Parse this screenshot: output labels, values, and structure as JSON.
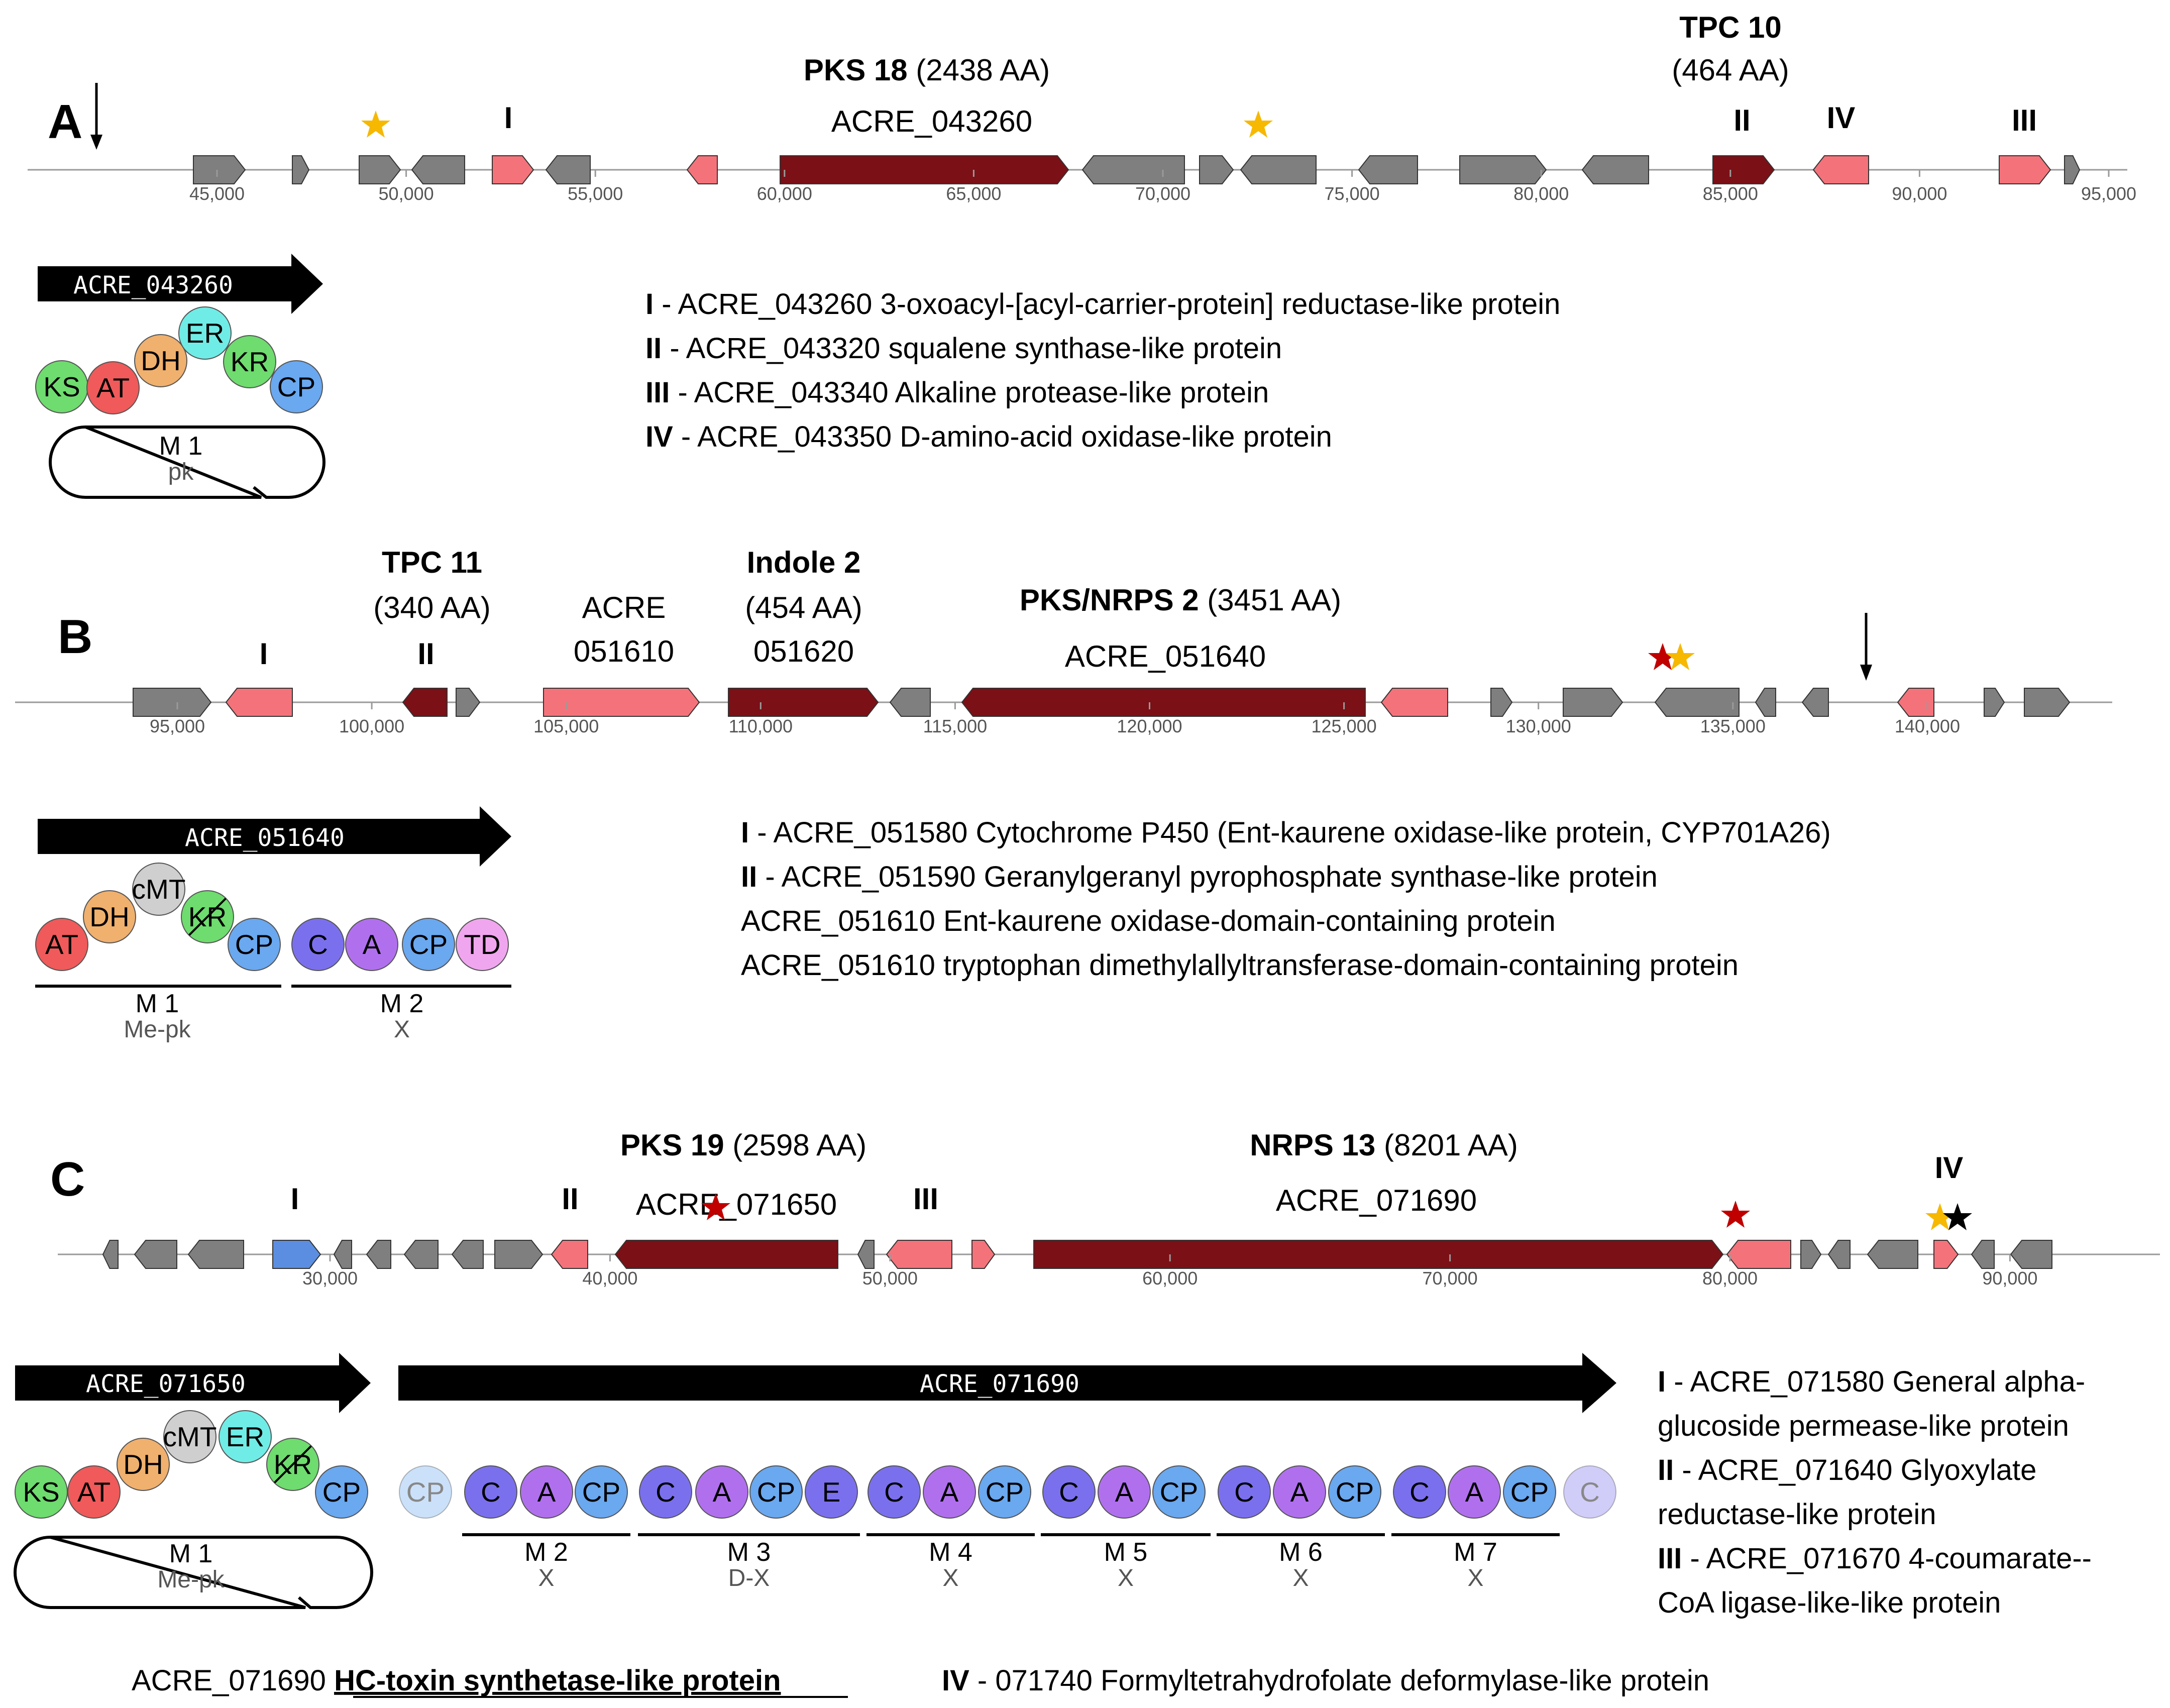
{
  "colors": {
    "gray_gene": "#7f7f7f",
    "pink_gene": "#f4737b",
    "dark_gene": "#7b1016",
    "blue_gene": "#5b8ee0",
    "axis": "#9a9a9a",
    "star_gold": "#f6b800",
    "star_red": "#c00000",
    "star_black": "#000000",
    "KS": "#6edc6e",
    "AT": "#f05a5a",
    "DH": "#f0b06e",
    "ER": "#70ece6",
    "KR": "#6edc6e",
    "CP": "#6aa8f0",
    "cMT": "#cfcfcf",
    "C": "#7a70ee",
    "A": "#b070ee",
    "TD": "#f0a6ee",
    "E": "#7a70ee"
  },
  "panels": [
    {
      "letter": "A",
      "labels": [
        {
          "bold": "PKS 18",
          "rest": " (2438 AA)"
        },
        {
          "rest": "ACRE_043260"
        },
        {
          "bold": "TPC 10"
        },
        {
          "rest": "(464 AA)"
        },
        {
          "bold": "I"
        },
        {
          "bold": "II"
        },
        {
          "bold": "IV"
        },
        {
          "bold": "III"
        }
      ],
      "ticks": [
        "45,000",
        "50,000",
        "55,000",
        "60,000",
        "65,000",
        "70,000",
        "75,000",
        "80,000",
        "85,000",
        "90,000",
        "95,000"
      ],
      "domains": [
        "KS",
        "AT",
        "DH",
        "ER",
        "KR",
        "CP"
      ],
      "arrow_label": "ACRE_043260",
      "modules": [
        {
          "name": "M 1",
          "sub": "pk"
        }
      ],
      "legend": [
        {
          "bold": "I",
          "text": " - ACRE_043260 3-oxoacyl-[acyl-carrier-protein] reductase-like protein"
        },
        {
          "bold": "II",
          "text": " - ACRE_043320 squalene synthase-like protein"
        },
        {
          "bold": "III",
          "text": " - ACRE_043340 Alkaline protease-like protein"
        },
        {
          "bold": "IV",
          "text": " - ACRE_043350 D-amino-acid oxidase-like protein"
        }
      ]
    },
    {
      "letter": "B",
      "labels": [
        {
          "bold": "TPC 11"
        },
        {
          "rest": "(340 AA)"
        },
        {
          "bold": "II"
        },
        {
          "bold": "I"
        },
        {
          "rest": "ACRE"
        },
        {
          "rest": "051610"
        },
        {
          "bold": "Indole 2"
        },
        {
          "rest": "(454 AA)"
        },
        {
          "rest": "051620"
        },
        {
          "bold": "PKS/NRPS 2",
          "rest": " (3451 AA)"
        },
        {
          "rest": "ACRE_051640"
        }
      ],
      "ticks": [
        "95,000",
        "100,000",
        "105,000",
        "110,000",
        "115,000",
        "120,000",
        "125,000",
        "130,000",
        "135,000",
        "140,000"
      ],
      "domains_m1": [
        "AT",
        "DH",
        "cMT",
        "KR",
        "CP"
      ],
      "domains_m2": [
        "C",
        "A",
        "CP",
        "TD"
      ],
      "arrow_label": "ACRE_051640",
      "modules": [
        {
          "name": "M 1",
          "sub": "Me-pk"
        },
        {
          "name": "M 2",
          "sub": "X"
        }
      ],
      "legend": [
        {
          "bold": "I",
          "text": " - ACRE_051580 Cytochrome P450 (Ent-kaurene oxidase-like protein, CYP701A26)"
        },
        {
          "bold": "II",
          "text": " - ACRE_051590 Geranylgeranyl pyrophosphate synthase-like protein"
        },
        {
          "bold": "",
          "text": "ACRE_051610 Ent-kaurene oxidase-domain-containing protein"
        },
        {
          "bold": "",
          "text": "ACRE_051610 tryptophan dimethylallyltransferase-domain-containing protein"
        }
      ]
    },
    {
      "letter": "C",
      "labels": [
        {
          "bold": "PKS 19",
          "rest": " (2598 AA)"
        },
        {
          "rest": "ACRE_071650"
        },
        {
          "bold": "NRPS 13",
          "rest": " (8201 AA)"
        },
        {
          "rest": "ACRE_071690"
        },
        {
          "bold": "I"
        },
        {
          "bold": "II"
        },
        {
          "bold": "III"
        },
        {
          "bold": "IV"
        }
      ],
      "ticks": [
        "30,000",
        "40,000",
        "50,000",
        "60,000",
        "70,000",
        "80,000",
        "90,000"
      ],
      "pks_domains": [
        "KS",
        "AT",
        "DH",
        "cMT",
        "ER",
        "KR",
        "CP"
      ],
      "pks_arrow_label": "ACRE_071650",
      "nrps_arrow_label": "ACRE_071690",
      "nrps_domains": [
        [
          "CP"
        ],
        [
          "C",
          "A",
          "CP"
        ],
        [
          "C",
          "A",
          "CP",
          "E"
        ],
        [
          "C",
          "A",
          "CP"
        ],
        [
          "C",
          "A",
          "CP"
        ],
        [
          "C",
          "A",
          "CP"
        ],
        [
          "C",
          "A",
          "CP"
        ],
        [
          "C"
        ]
      ],
      "modules": [
        {
          "name": "M 1",
          "sub": "Me-pk"
        },
        {
          "name": "M 2",
          "sub": "X"
        },
        {
          "name": "M 3",
          "sub": "D-X"
        },
        {
          "name": "M 4",
          "sub": "X"
        },
        {
          "name": "M 5",
          "sub": "X"
        },
        {
          "name": "M 6",
          "sub": "X"
        },
        {
          "name": "M 7",
          "sub": "X"
        }
      ],
      "legend_right": [
        {
          "bold": "I",
          "text": " - ACRE_071580 General alpha-"
        },
        {
          "bold": "",
          "text": "glucoside permease-like protein"
        },
        {
          "bold": "II",
          "text": " - ACRE_071640 Glyoxylate"
        },
        {
          "bold": "",
          "text": "reductase-like protein"
        },
        {
          "bold": "III",
          "text": " - ACRE_071670 4-coumarate--"
        },
        {
          "bold": "",
          "text": "CoA ligase-like-like protein"
        }
      ],
      "footer_left_plain": "ACRE_071690 ",
      "footer_left_underlined": "HC-toxin synthetase-like protein",
      "footer_right_bold": "IV",
      "footer_right_text": " - 071740 Formyltetrahydrofolate deformylase-like protein"
    }
  ]
}
